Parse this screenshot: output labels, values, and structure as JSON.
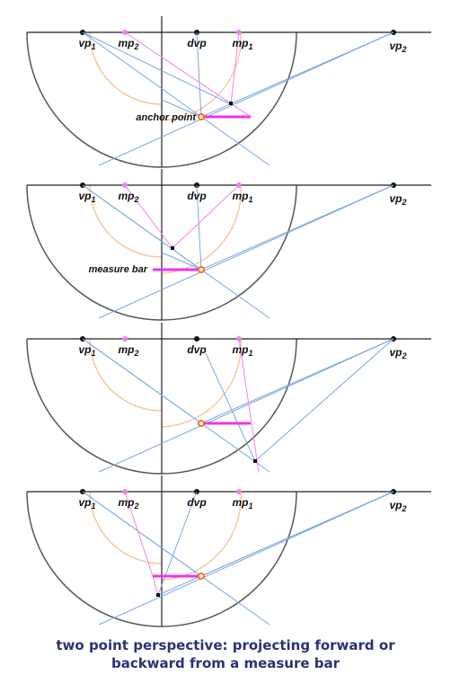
{
  "labels": {
    "vp1": "vp",
    "vp1_sub": "1",
    "mp2": "mp",
    "mp2_sub": "2",
    "dvp": "dvp",
    "mp1": "mp",
    "mp1_sub": "1",
    "vp2": "vp",
    "vp2_sub": "2"
  },
  "annotations": {
    "anchor_point": "anchor point",
    "measure_bar": "measure bar"
  },
  "caption": {
    "line1": "two point perspective: projecting forward or",
    "line2": "backward from a measure bar"
  },
  "colors": {
    "frame": "#555555",
    "horizon": "#222222",
    "blue_line": "#7aa6e6",
    "magenta_line": "#ee82ee",
    "measure_bar": "#ee33ee",
    "arc": "#f4c9a0",
    "anchor": "#ff6a00",
    "caption": "#2b3370"
  }
}
